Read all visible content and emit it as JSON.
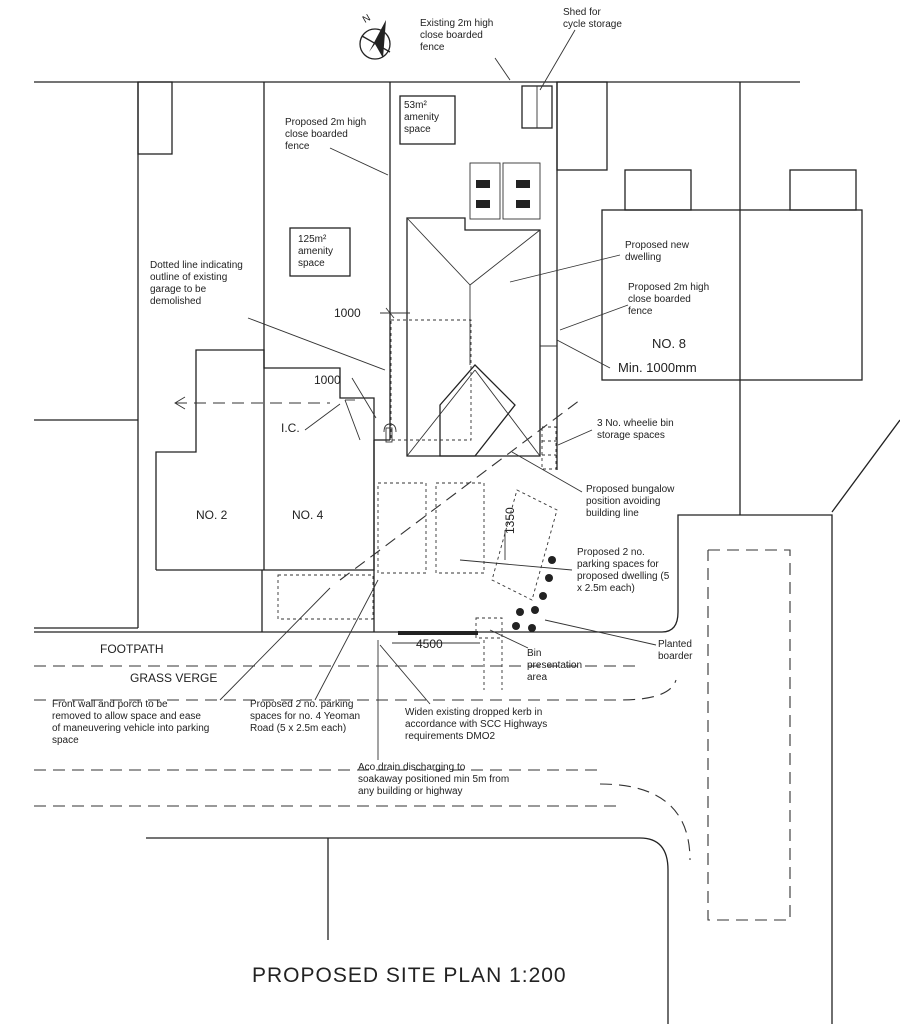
{
  "drawing": {
    "title": "PROPOSED SITE PLAN 1:200",
    "north": "N"
  },
  "labels": {
    "existing_fence": [
      "Existing 2m high",
      "close boarded",
      "fence"
    ],
    "shed": [
      "Shed for",
      "cycle storage"
    ],
    "amenity_53": [
      "53m²",
      "amenity",
      "space"
    ],
    "fence_left": [
      "Proposed 2m high",
      "close boarded",
      "fence"
    ],
    "amenity_125": [
      "125m²",
      "amenity",
      "space"
    ],
    "dotted_line": [
      "Dotted line indicating",
      "outline of existing",
      "garage to be",
      "demolished"
    ],
    "new_dwelling": [
      "Proposed new",
      "dwelling"
    ],
    "fence_right": [
      "Proposed 2m high",
      "close boarded",
      "fence"
    ],
    "no8": "NO. 8",
    "min_1000": "Min. 1000mm",
    "bins": [
      "3 No. wheelie bin",
      "storage spaces"
    ],
    "bungalow": [
      "Proposed bungalow",
      "position avoiding",
      "building line"
    ],
    "parking_new": [
      "Proposed 2 no.",
      "parking spaces for",
      "proposed dwelling (5",
      "x 2.5m each)"
    ],
    "planted": [
      "Planted",
      "boarder"
    ],
    "bin_present": [
      "Bin",
      "presentation",
      "area"
    ],
    "kerb": [
      "Widen existing dropped kerb in",
      "accordance with SCC Highways",
      "requirements  DMO2"
    ],
    "parking_no4": [
      "Proposed 2 no. parking",
      "spaces for no. 4 Yeoman",
      "Road (5 x 2.5m each)"
    ],
    "front_wall": [
      "Front wall  and porch to be",
      "removed to allow space and ease",
      "of maneuvering vehicle into parking",
      "space"
    ],
    "aco": [
      "Aco drain discharging to",
      "soakaway positioned min 5m from",
      "any building or highway"
    ],
    "no2": "NO. 2",
    "no4": "NO. 4",
    "ic": "I.C.",
    "footpath": "FOOTPATH",
    "verge": "GRASS VERGE"
  },
  "dimensions": {
    "d1000_top": "1000",
    "d1000_mid": "1000",
    "d1350": "1350",
    "d4500": "4500"
  }
}
